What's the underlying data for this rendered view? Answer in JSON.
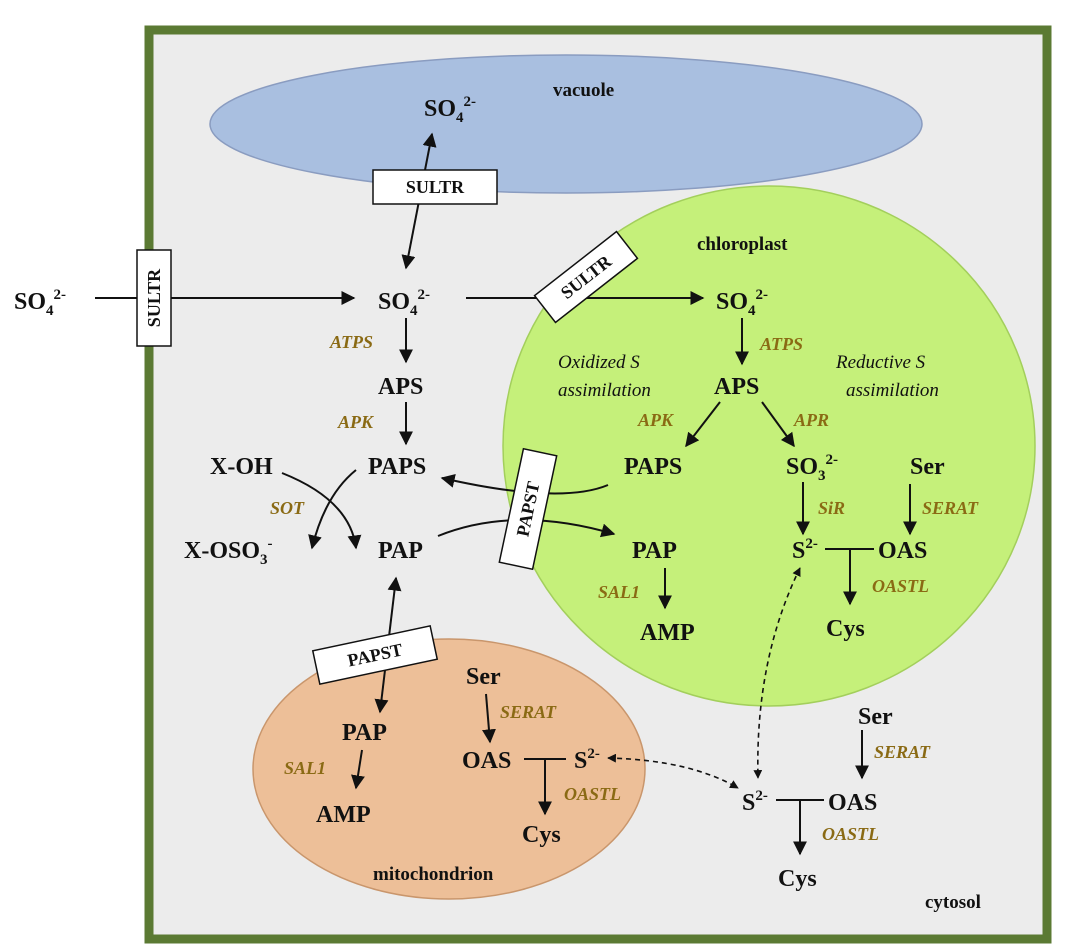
{
  "compartments": {
    "vacuole": "vacuole",
    "chloroplast": "chloroplast",
    "mitochondrion": "mitochondrion",
    "cytosol": "cytosol"
  },
  "colors": {
    "cell_wall": "#5b7a33",
    "cytosol": "#ececec",
    "vacuole": "#a9bfe0",
    "chloroplast": "#c5f07a",
    "mitochondrion": "#edbf98",
    "enzyme": "#8a6a14"
  },
  "transporters": {
    "sultr": "SULTR",
    "papst": "PAPST"
  },
  "metabolites": {
    "sulfate_main": "SO",
    "sulfate_sub": "4",
    "sulfate_sup": "2-",
    "aps": "APS",
    "paps": "PAPS",
    "pap": "PAP",
    "amp": "AMP",
    "x_oh": "X-OH",
    "x_oso3_main": "X-OSO",
    "x_oso3_sub": "3",
    "x_oso3_sup": "-",
    "sulfite_main": "SO",
    "sulfite_sub": "3",
    "sulfite_sup": "2-",
    "sulfide_main": "S",
    "sulfide_sup": "2-",
    "ser": "Ser",
    "oas": "OAS",
    "cys": "Cys"
  },
  "enzymes": {
    "atps": "ATPS",
    "apk": "APK",
    "apr": "APR",
    "sot": "SOT",
    "sir": "SiR",
    "serat": "SERAT",
    "oastl": "OASTL",
    "sal1": "SAL1"
  },
  "annotations": {
    "oxidized_line1": "Oxidized S",
    "oxidized_line2": "assimilation",
    "reductive_line1": "Reductive S",
    "reductive_line2": "assimilation"
  }
}
